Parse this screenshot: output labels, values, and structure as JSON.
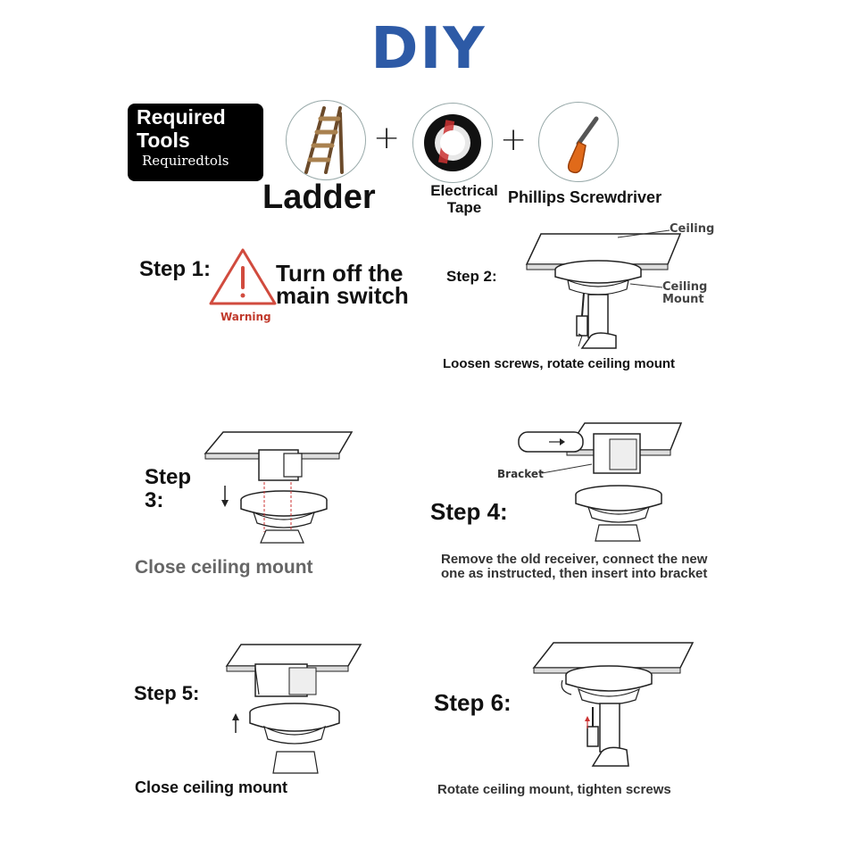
{
  "header": {
    "title": "DIY"
  },
  "tools": {
    "box_title": "Required Tools",
    "box_subtitle": "Requiredtols",
    "items": [
      {
        "label": "Ladder",
        "icon": "ladder-icon"
      },
      {
        "label": "Electrical Tape",
        "icon": "tape-icon"
      },
      {
        "label": "Phillips Screwdriver",
        "icon": "screwdriver-icon"
      }
    ],
    "plus": "+"
  },
  "steps": [
    {
      "label": "Step 1:",
      "text": "Turn off the main switch",
      "warning": "Warning"
    },
    {
      "label": "Step 2:",
      "caption": "Loosen screws, rotate ceiling mount",
      "callouts": {
        "ceiling": "Ceiling",
        "ceiling_mount": "Ceiling Mount"
      }
    },
    {
      "label": "Step 3:",
      "caption": "Close ceiling mount"
    },
    {
      "label": "Step 4:",
      "caption": "Remove the old receiver, connect the new one as instructed, then insert into bracket",
      "callouts": {
        "bracket": "Bracket"
      }
    },
    {
      "label": "Step 5:",
      "caption": "Close ceiling mount"
    },
    {
      "label": "Step 6:",
      "caption": "Rotate ceiling mount, tighten screws"
    }
  ],
  "colors": {
    "title": "#2d5aa6",
    "warning": "#c0392b",
    "screwdriver": "#e06a1a"
  }
}
